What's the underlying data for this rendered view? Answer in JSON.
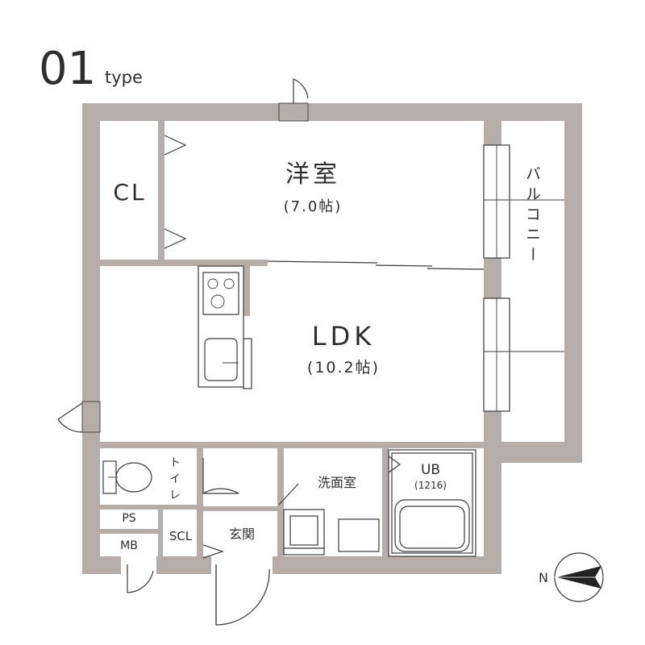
{
  "header": {
    "number": "01",
    "suffix": "type"
  },
  "rooms": {
    "western": {
      "name": "洋室",
      "size": "(7.0帖)"
    },
    "closet": {
      "name": "CL"
    },
    "ldk": {
      "name": "LDK",
      "size": "(10.2帖)"
    },
    "balcony": {
      "name": "バルコニー"
    },
    "toilet": {
      "name": "トイレ"
    },
    "washroom": {
      "name": "洗面室"
    },
    "bath": {
      "name": "UB",
      "size": "(1216)"
    },
    "entrance": {
      "name": "玄関"
    },
    "shoe_closet": {
      "name": "SCL"
    },
    "pipe_space": {
      "name": "PS"
    },
    "meter_box": {
      "name": "MB"
    }
  },
  "compass": {
    "label": "N",
    "icon": "north-arrow-icon"
  },
  "colors": {
    "wall": "#b7ada8",
    "line": "#3a3a3a"
  }
}
